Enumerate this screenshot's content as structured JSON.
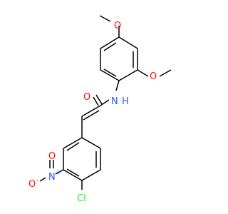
{
  "molecule": {
    "atoms": {
      "methoxy_top_o": "O",
      "methoxy_right_o": "O",
      "amide_o": "O",
      "amide_n": "N",
      "amide_h": "H",
      "nitro_n": "N",
      "nitro_n_charge": "+",
      "nitro_o_top": "O",
      "nitro_o_left": "O",
      "nitro_o_charge": "-",
      "chlorine": "Cl"
    },
    "colors": {
      "bond": "#000000",
      "oxygen": "#ff0d0d",
      "nitrogen": "#3050f8",
      "chlorine": "#1ff01f"
    }
  }
}
